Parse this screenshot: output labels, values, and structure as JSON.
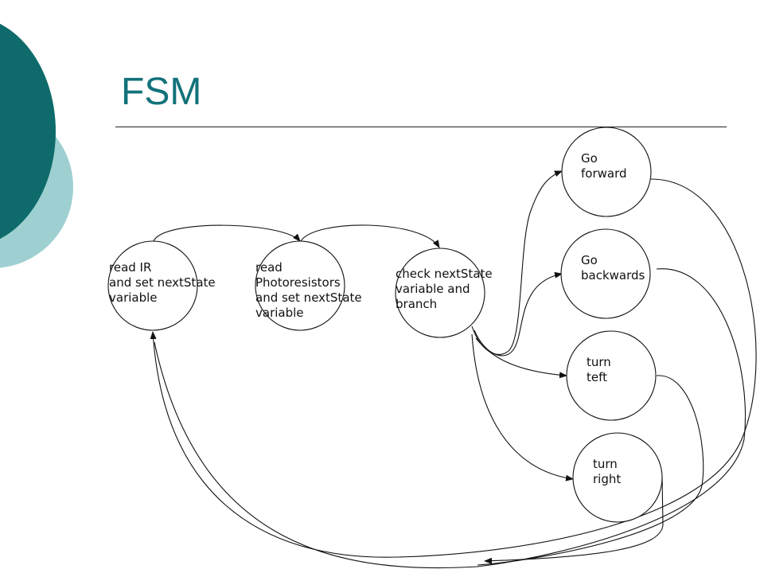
{
  "slide": {
    "title": "FSM",
    "colors": {
      "title": "#12727a",
      "dark_teal": "#0f6b6b",
      "light_teal": "#9ed0d2"
    }
  },
  "states": [
    {
      "id": "read-ir",
      "lines": [
        "read IR",
        "and set nextState",
        "variable"
      ]
    },
    {
      "id": "read-photo",
      "lines": [
        "read",
        "Photoresistors",
        "and set nextState",
        "variable"
      ]
    },
    {
      "id": "check",
      "lines": [
        "check nextState",
        "variable and",
        "branch"
      ]
    },
    {
      "id": "forward",
      "lines": [
        "Go",
        "forward"
      ]
    },
    {
      "id": "backwards",
      "lines": [
        "Go",
        "backwards"
      ]
    },
    {
      "id": "left",
      "lines": [
        "turn",
        "teft"
      ]
    },
    {
      "id": "right",
      "lines": [
        "turn",
        "right"
      ]
    }
  ]
}
